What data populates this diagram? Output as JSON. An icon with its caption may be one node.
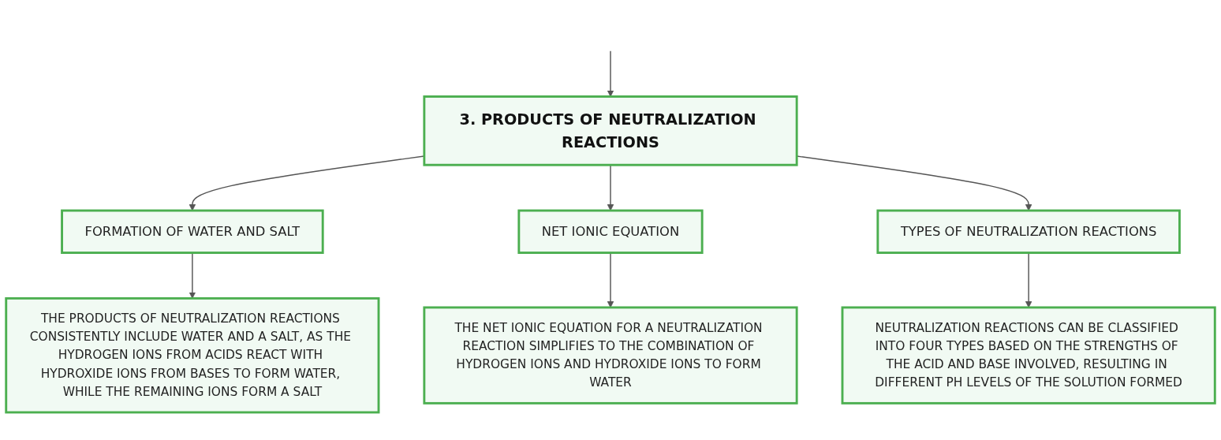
{
  "diagram": {
    "nodes": [
      {
        "text": [
          "3. PRODUCTS OF NEUTRALIZATION REACTIONS"
        ]
      },
      {
        "text": [
          "FORMATION OF WATER AND SALT"
        ]
      },
      {
        "text": [
          "NET IONIC EQUATION"
        ]
      },
      {
        "text": [
          "TYPES OF NEUTRALIZATION REACTIONS"
        ]
      },
      {
        "text": [
          "THE PRODUCTS OF NEUTRALIZATION REACTIONS CONSISTENTLY INCLUDE WATER AND A SALT, AS THE HYDROGEN IONS FROM ACIDS REACT WITH HYDROXIDE IONS FROM BASES TO FORM WATER, WHILE THE REMAINING IONS FORM A SALT"
        ]
      },
      {
        "text": [
          "THE NET IONIC EQUATION FOR A NEUTRALIZATION REACTION SIMPLIFIES TO THE COMBINATION OF HYDROGEN IONS AND HYDROXIDE IONS TO FORM WATER"
        ]
      },
      {
        "text": [
          "NEUTRALIZATION REACTIONS CAN BE CLASSIFIED INTO FOUR TYPES BASED ON THE STRENGTHS OF THE ACID AND BASE INVOLVED, RESULTING IN DIFFERENT PH LEVELS OF THE SOLUTION FORMED"
        ]
      }
    ],
    "edges": [
      {
        "from": null,
        "to": 0,
        "arrow": "to"
      },
      {
        "from": 0,
        "to": 1,
        "arrow": "to"
      },
      {
        "from": 0,
        "to": 2,
        "arrow": "to"
      },
      {
        "from": 0,
        "to": 3,
        "arrow": "to"
      },
      {
        "from": 1,
        "to": 4,
        "arrow": "to"
      },
      {
        "from": 2,
        "to": 5,
        "arrow": "to"
      },
      {
        "from": 3,
        "to": 6,
        "arrow": "to"
      }
    ]
  }
}
